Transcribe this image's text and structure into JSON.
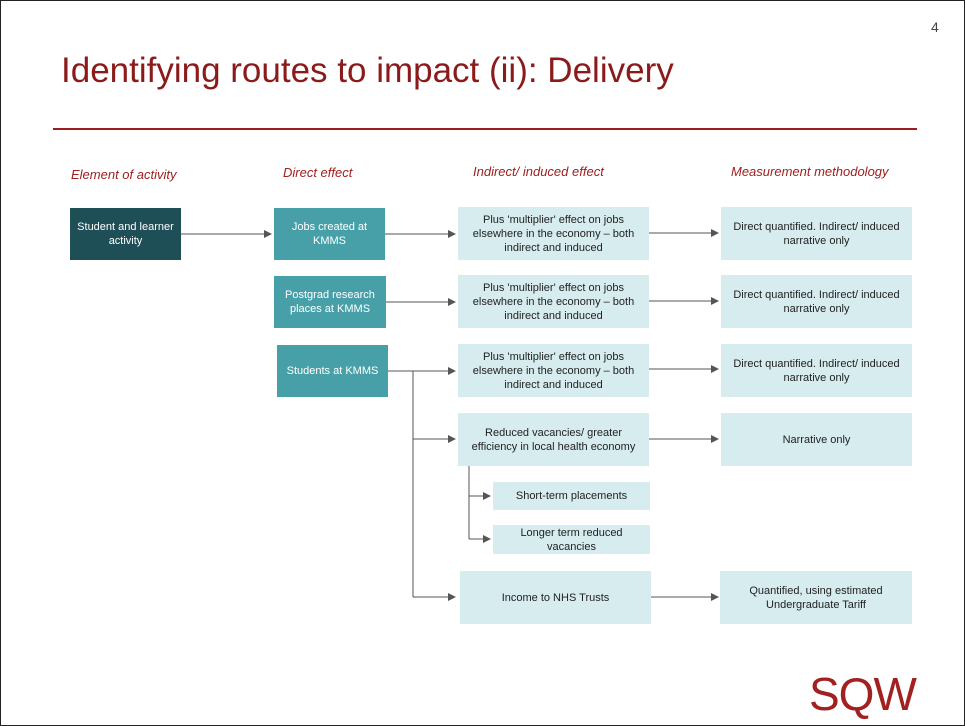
{
  "slide": {
    "page_number": "4",
    "title": "Identifying routes to impact (ii): Delivery",
    "logo_text": "SQW"
  },
  "columns": {
    "element": "Element of activity",
    "direct": "Direct effect",
    "indirect": "Indirect/ induced effect",
    "measurement": "Measurement methodology"
  },
  "boxes": {
    "student_activity": "Student and learner activity",
    "jobs_created": "Jobs created at KMMS",
    "postgrad_places": "Postgrad research places at KMMS",
    "students_kmms": "Students at KMMS",
    "multiplier_1": "Plus 'multiplier' effect on jobs elsewhere in the economy – both indirect and induced",
    "multiplier_2": "Plus 'multiplier' effect on jobs elsewhere in the economy – both indirect and induced",
    "multiplier_3": "Plus 'multiplier' effect on jobs elsewhere in the economy – both indirect and induced",
    "reduced_vacancies": "Reduced vacancies/ greater efficiency in local health economy",
    "short_term": "Short-term placements",
    "longer_term": "Longer term reduced vacancies",
    "income_nhs": "Income to NHS Trusts",
    "measure_1": "Direct quantified.  Indirect/ induced narrative only",
    "measure_2": "Direct quantified.  Indirect/ induced narrative only",
    "measure_3": "Direct quantified.  Indirect/ induced narrative only",
    "measure_4": "Narrative only",
    "measure_5": "Quantified, using estimated Undergraduate Tariff"
  },
  "colors": {
    "title": "#8b1a1a",
    "dark_box": "#1f4f56",
    "mid_box": "#47a0a8",
    "pale_box": "#d6ecef",
    "connector": "#555555"
  }
}
